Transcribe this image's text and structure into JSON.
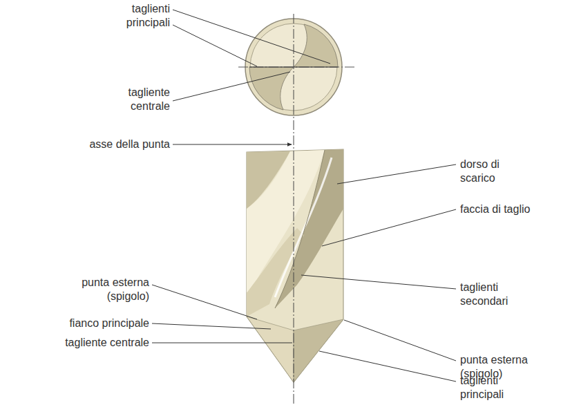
{
  "diagram": {
    "labels": [
      "taglienti principali",
      "tagliente centrale",
      "asse della punta",
      "dorso di scarico",
      "faccia di taglio",
      "punta esterna (spigolo)",
      "fianco principale",
      "tagliente centrale",
      "taglienti secondari",
      "punta esterna (spigolo)",
      "taglienti principali"
    ]
  }
}
